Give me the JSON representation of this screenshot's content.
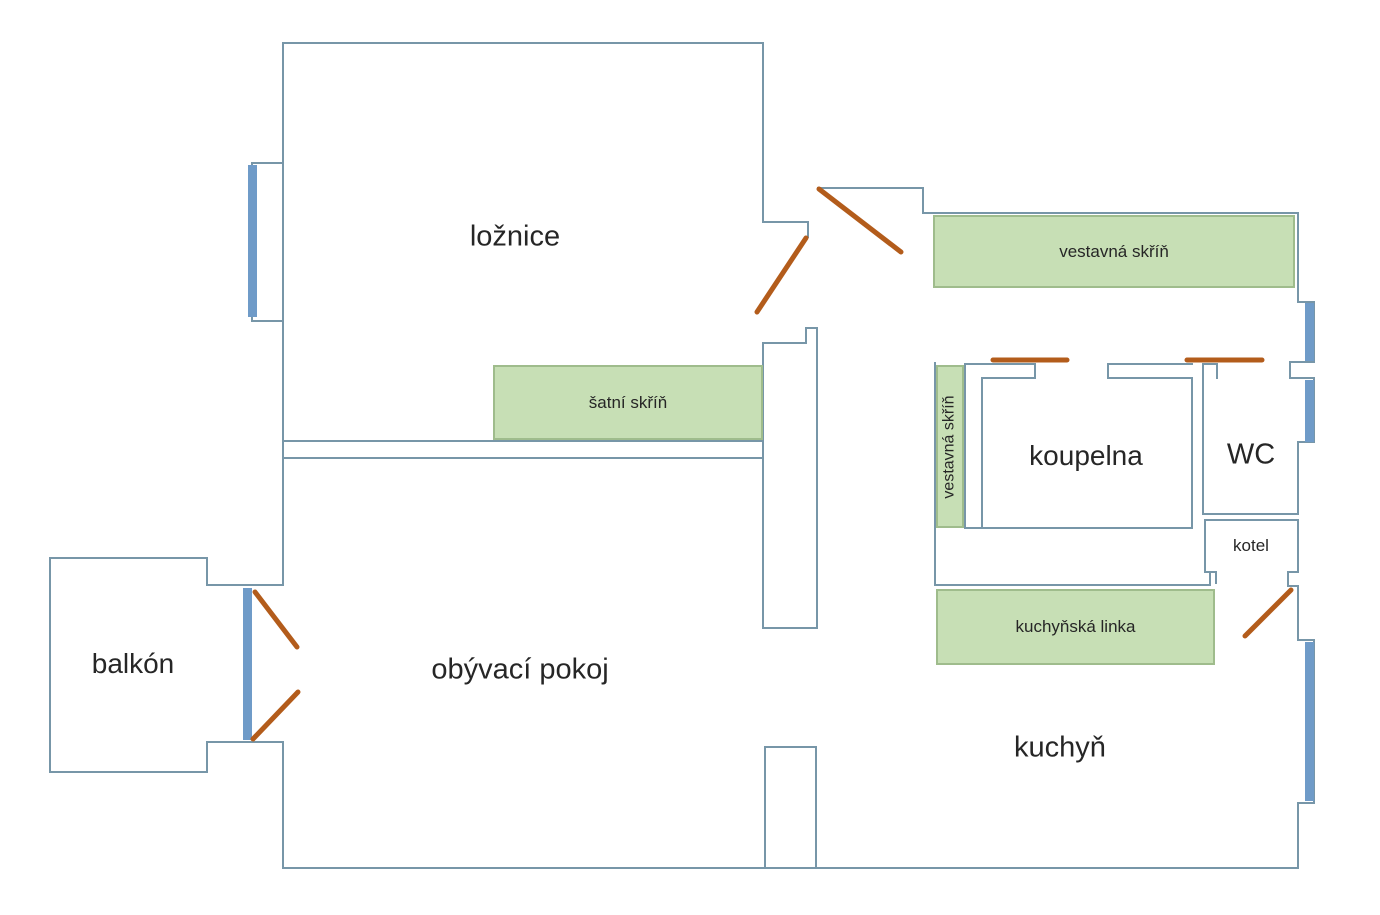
{
  "colors": {
    "wall": "#7796a8",
    "window": "#6f9bc8",
    "door": "#b35c1b",
    "furniture_fill": "#c7dfb5",
    "furniture_border": "#9fbc8c",
    "text": "#262626",
    "background": "#ffffff"
  },
  "rooms": {
    "loznice": "ložnice",
    "obyvaci_pokoj": "obývací pokoj",
    "balkon": "balkón",
    "koupelna": "koupelna",
    "wc": "WC",
    "kotel": "kotel",
    "kuchyn": "kuchyň"
  },
  "furniture": {
    "satni_skrin": "šatní skříň",
    "vestavna_skrin_hall": "vestavná skříň",
    "vestavna_skrin_niche": "vestavná skříň",
    "kuchynska_linka": "kuchyňská linka"
  }
}
